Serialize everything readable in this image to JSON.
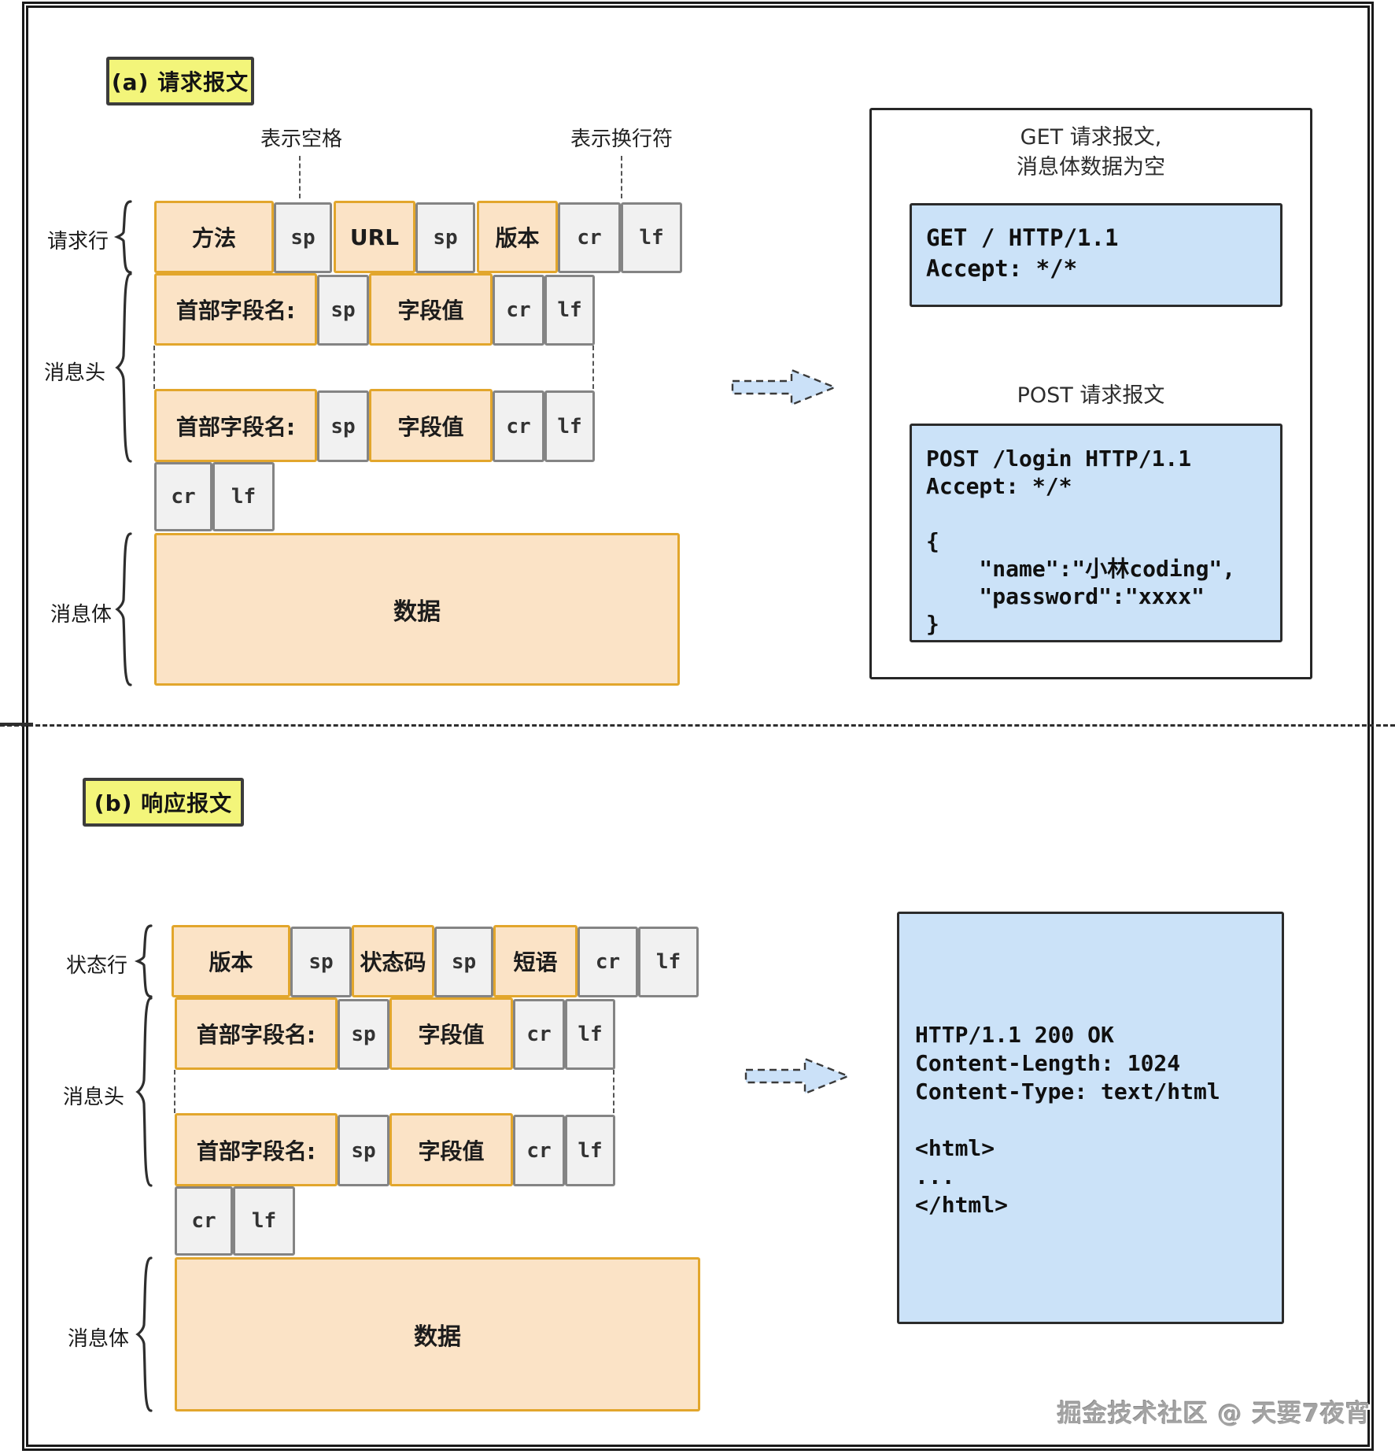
{
  "colors": {
    "orange_fill": "#FBE3C6",
    "orange_border": "#E2A62C",
    "gray_fill": "#F1F1F1",
    "yellow_tag": "#F3F57A",
    "blue_fill": "#CBE2F8"
  },
  "section_a": {
    "tag": "(a) 请求报文",
    "note_space": "表示空格",
    "note_newline": "表示换行符",
    "labels": {
      "line": "请求行",
      "headers": "消息头",
      "body": "消息体"
    },
    "request_line": [
      "方法",
      "sp",
      "URL",
      "sp",
      "版本",
      "cr",
      "lf"
    ],
    "header_row": [
      "首部字段名:",
      "sp",
      "字段值",
      "cr",
      "lf"
    ],
    "crlf_row": [
      "cr",
      "lf"
    ],
    "body": "数据",
    "examples": {
      "get_title1": "GET 请求报文,",
      "get_title2": "消息体数据为空",
      "get_lines": [
        "GET / HTTP/1.1",
        "Accept: */*"
      ],
      "post_title": "POST 请求报文",
      "post_lines": [
        "POST /login HTTP/1.1",
        "Accept: */*",
        "",
        "{",
        "    \"name\":\"小林coding\",",
        "    \"password\":\"xxxx\"",
        "}"
      ]
    }
  },
  "section_b": {
    "tag": "(b) 响应报文",
    "labels": {
      "line": "状态行",
      "headers": "消息头",
      "body": "消息体"
    },
    "status_line": [
      "版本",
      "sp",
      "状态码",
      "sp",
      "短语",
      "cr",
      "lf"
    ],
    "header_row": [
      "首部字段名:",
      "sp",
      "字段值",
      "cr",
      "lf"
    ],
    "crlf_row": [
      "cr",
      "lf"
    ],
    "body": "数据",
    "examples": {
      "response_lines": [
        "HTTP/1.1 200 OK",
        "Content-Length: 1024",
        "Content-Type: text/html",
        "",
        "<html>",
        "...",
        "</html>"
      ]
    }
  },
  "watermark": "掘金技术社区 @ 天要7夜宵"
}
